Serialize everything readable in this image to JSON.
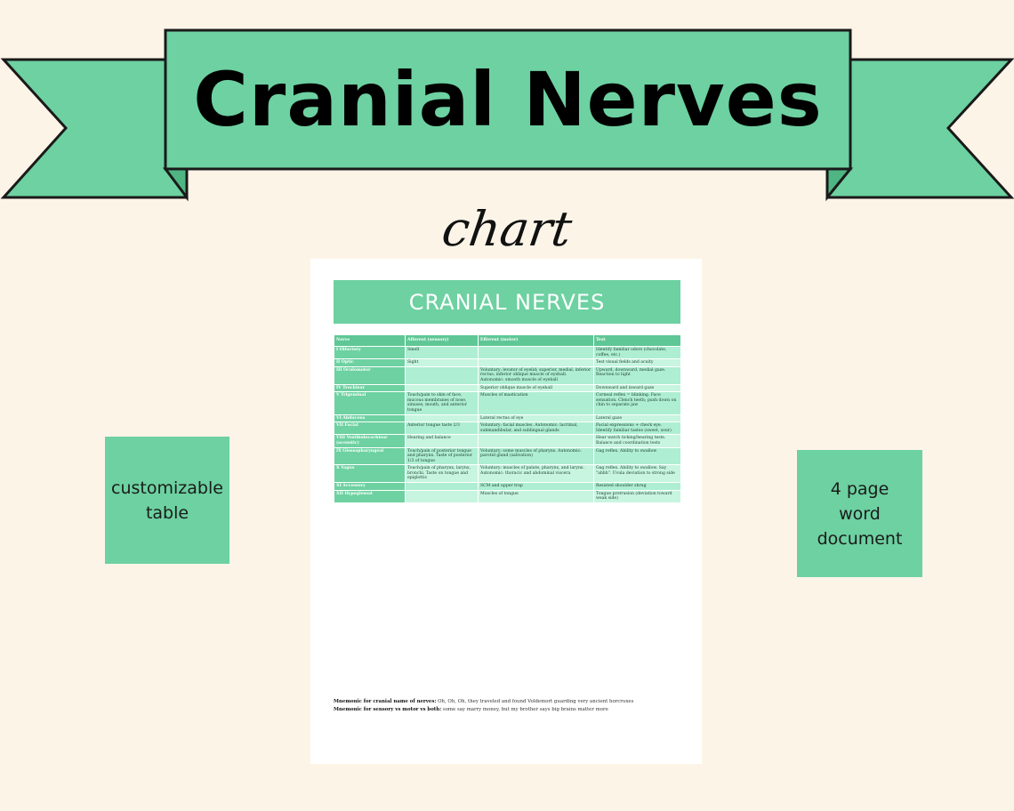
{
  "banner": {
    "title": "Cranial Nerves",
    "subtitle": "chart"
  },
  "colors": {
    "green": "#6dd1a1",
    "background": "#fdf4e8",
    "outline": "#1a1a1a"
  },
  "left_box": {
    "line1": "customizable",
    "line2": "table"
  },
  "right_box": {
    "line1": "4 page",
    "line2": "word",
    "line3": "document"
  },
  "document": {
    "header": "CRANIAL NERVES",
    "columns": [
      "Nerve",
      "Afferent (sensory)",
      "Efferent (motor)",
      "Test"
    ],
    "rows": [
      {
        "nerve": "I Olfactory",
        "afferent": "Smell",
        "efferent": "",
        "test": "Identify familiar odors (chocolate, coffee, etc.)"
      },
      {
        "nerve": "II Optic",
        "afferent": "Sight",
        "efferent": "",
        "test": "Test visual fields and acuity"
      },
      {
        "nerve": "III Oculomotor",
        "afferent": "",
        "efferent": "Voluntary: levator of eyelid; superior, medial, inferior rectus; inferior oblique muscle of eyeball. Autonomic: smooth muscle of eyeball",
        "test": "Upward, downward, medial gaze. Reaction to light"
      },
      {
        "nerve": "IV Trochlear",
        "afferent": "",
        "efferent": "Superior oblique muscle of eyeball",
        "test": "Downward and inward gaze"
      },
      {
        "nerve": "V Trigeminal",
        "afferent": "Touch/pain to skin of face, mucous membranes of nose, sinuses, mouth, and anterior tongue",
        "efferent": "Muscles of mastication",
        "test": "Corneal reflex = blinking. Face sensation. Clench teeth; push down on chin to separate jaw"
      },
      {
        "nerve": "VI Abducens",
        "afferent": "",
        "efferent": "Lateral rectus of eye",
        "test": "Lateral gaze"
      },
      {
        "nerve": "VII Facial",
        "afferent": "Anterior tongue taste 2/3",
        "efferent": "Voluntary: facial muscles. Autonomic: lacrimal, submandibular, and sublingual glands",
        "test": "Facial expressions + check eye. Identify familiar tastes (sweet, sour)"
      },
      {
        "nerve": "VIII Vestibulocochlear (acoustic)",
        "afferent": "Hearing and balance",
        "efferent": "",
        "test": "Hear watch ticking/hearing tests. Balance and coordination tests"
      },
      {
        "nerve": "IX Glossopharyngeal",
        "afferent": "Touch/pain of posterior tongue and pharynx. Taste of posterior 1/3 of tongue",
        "efferent": "Voluntary: some muscles of pharynx. Autonomic: parotid gland (salivation)",
        "test": "Gag reflex. Ability to swallow"
      },
      {
        "nerve": "X Vagus",
        "afferent": "Touch/pain of pharynx, larynx, bronchi. Taste on tongue and epiglottis",
        "efferent": "Voluntary: muscles of palate, pharynx, and larynx. Autonomic: thoracic and abdominal viscera",
        "test": "Gag reflex. Ability to swallow. Say \"ahhh\". Uvula deviation to strong side"
      },
      {
        "nerve": "XI Accessory",
        "afferent": "",
        "efferent": "SCM and upper trap",
        "test": "Resisted shoulder shrug"
      },
      {
        "nerve": "XII Hypoglossal",
        "afferent": "",
        "efferent": "Muscles of tongue",
        "test": "Tongue protrusion (deviation toward weak side)"
      }
    ],
    "mnemonic1_label": "Mnemonic for cranial name of nerves:",
    "mnemonic1_text": "Oh, Oh, Oh, they traveled and found Voldemort guarding very ancient horcruxes",
    "mnemonic2_label": "Mnemonic for sensory vs motor vs both:",
    "mnemonic2_text": "some say marry money, but my brother says big brains matter more"
  }
}
